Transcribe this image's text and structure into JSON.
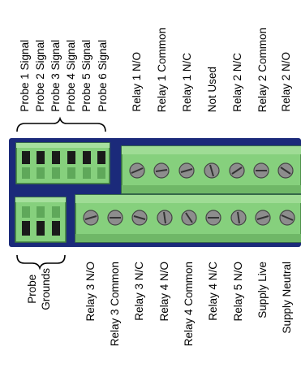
{
  "probe_signals": [
    "Probe 1 Signal",
    "Probe 2 Signal",
    "Probe 3 Signal",
    "Probe 4 Signal",
    "Probe 5 Signal",
    "Probe 6 Signal"
  ],
  "relay_top": [
    "Relay 1 N/O",
    "Relay 1 Common",
    "Relay 1 N/C",
    "Not Used",
    "Relay 2 N/C",
    "Relay 2 Common",
    "Relay 2 N/O"
  ],
  "probe_grounds": [
    "Probe",
    "Grounds"
  ],
  "relay_bottom": [
    "Relay 3 N/O",
    "Relay 3 Common",
    "Relay 3 N/C",
    "Relay 4 N/O",
    "Relay 4 Common",
    "Relay 4 N/C",
    "Relay 5 N/O",
    "Supply Live",
    "Supply Neutral"
  ],
  "colors": {
    "board": "#1b2a7a",
    "terminal_green": "#86d07d",
    "terminal_dark": "#3f7d3b",
    "pin_black": "#1a1a1a",
    "screw": "#8d8d8d"
  }
}
